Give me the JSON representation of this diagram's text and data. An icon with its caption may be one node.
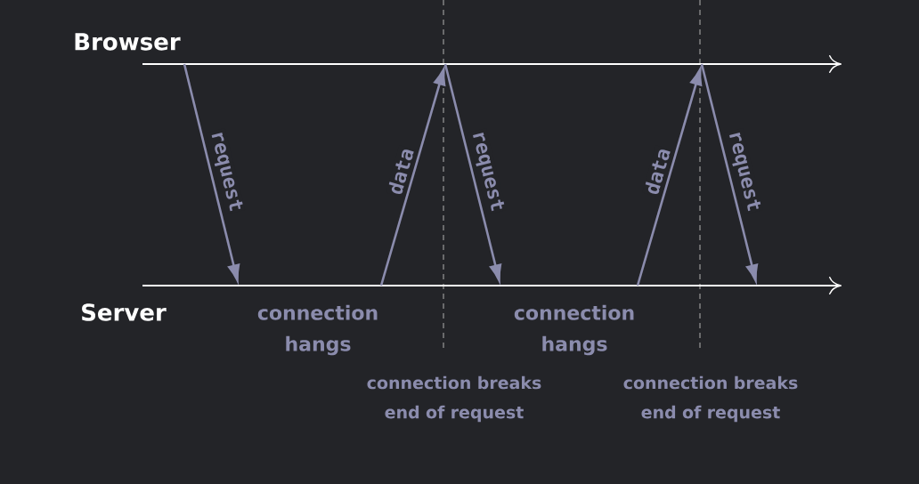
{
  "diagram": {
    "nodes": [
      {
        "text": [
          "Browser"
        ]
      },
      {
        "text": [
          "Server"
        ]
      }
    ],
    "edges": [
      {
        "from": 0,
        "to": 1,
        "arrow": "to",
        "label": "request"
      },
      {
        "from": 1,
        "to": 0,
        "arrow": "to",
        "label": "data"
      },
      {
        "from": 0,
        "to": 1,
        "arrow": "to",
        "label": "request"
      },
      {
        "from": 1,
        "to": 0,
        "arrow": "to",
        "label": "data"
      },
      {
        "from": 0,
        "to": 1,
        "arrow": "to",
        "label": "request"
      }
    ],
    "labels": [
      "connection hangs",
      "connection breaks",
      "end of request",
      "connection hangs",
      "connection breaks",
      "end of request"
    ]
  }
}
